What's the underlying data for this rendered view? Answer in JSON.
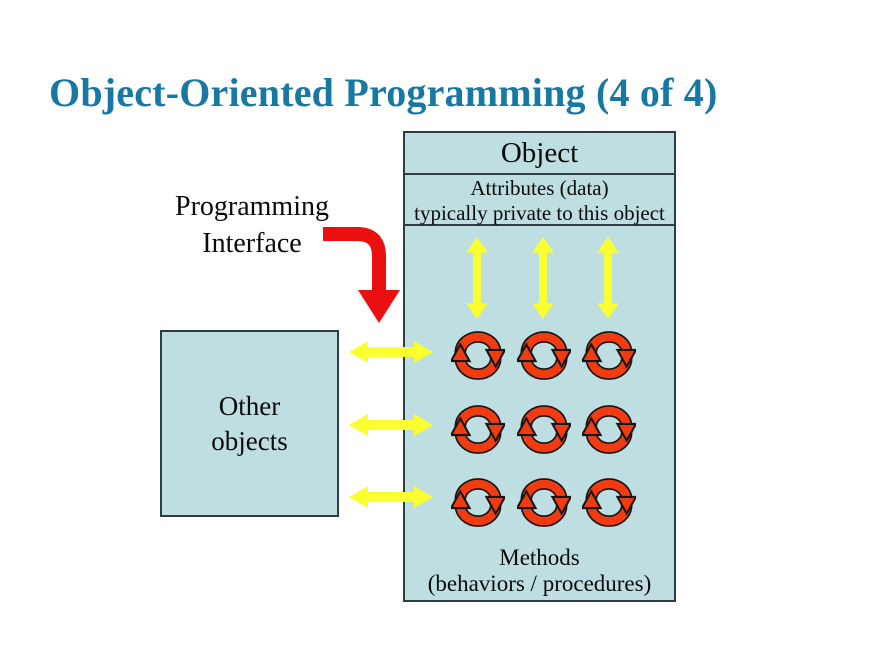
{
  "slide": {
    "title": "Object-Oriented Programming (4 of 4)",
    "title_color": "#1878a4",
    "background": "#ffffff"
  },
  "object_box": {
    "header": "Object",
    "attributes": [
      "Attributes (data)",
      "typically private to this object"
    ],
    "methods": [
      "Methods",
      "(behaviors / procedures)"
    ],
    "fill": "#bedee2",
    "border_color": "#2d3c46"
  },
  "other_objects_box": {
    "lines": [
      "Other",
      "objects"
    ]
  },
  "programming_interface_label": {
    "lines": [
      "Programming",
      "Interface"
    ]
  },
  "icons": {
    "cycle_icon": {
      "name": "cycle-arrows-icon",
      "color": "#f23b10",
      "outline": "#151515",
      "rows": 3,
      "cols": 3
    },
    "yellow_vertical_arrow": {
      "name": "attribute-access-arrow-icon",
      "count": 3,
      "color": "#fcff2f"
    },
    "yellow_horizontal_arrow": {
      "name": "object-message-arrow-icon",
      "count": 3,
      "color": "#fcff2f"
    },
    "red_elbow_arrow": {
      "name": "programming-interface-arrow-icon",
      "color": "#eb0f0f"
    }
  }
}
